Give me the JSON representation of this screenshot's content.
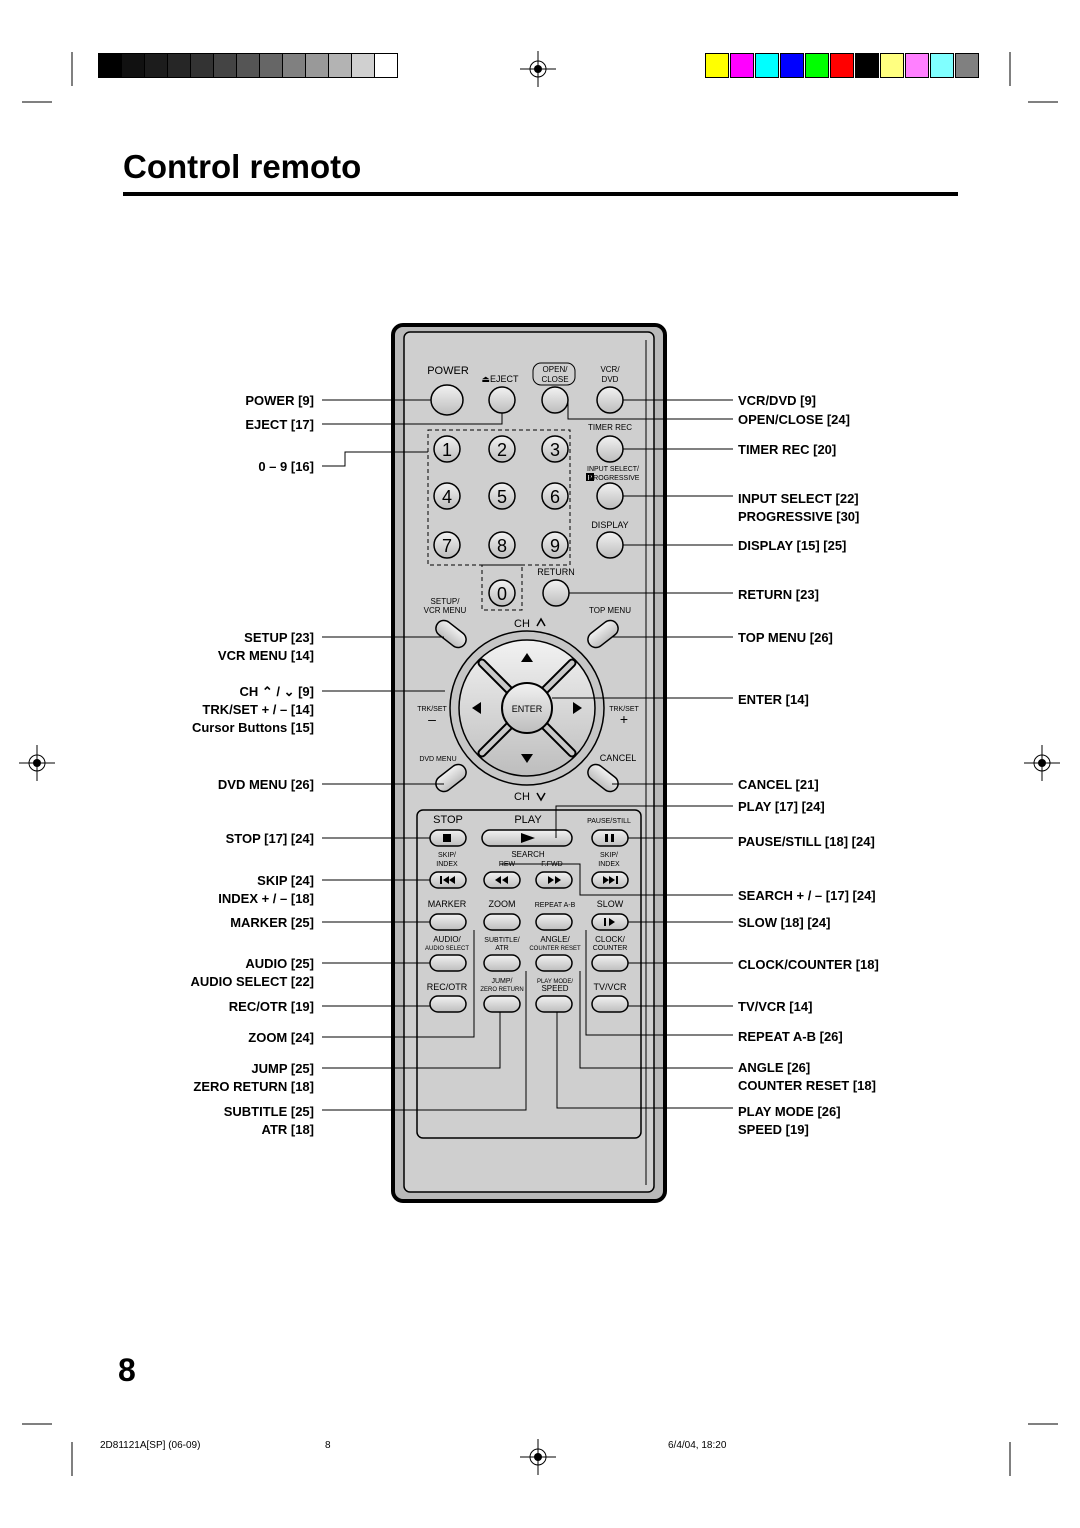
{
  "page": {
    "title": "Control remoto",
    "page_number": "8"
  },
  "footer": {
    "left": "2D81121A[SP] (06-09)",
    "center": "8",
    "right": "6/4/04, 18:20"
  },
  "print_marks": {
    "gray_steps": [
      "#000000",
      "#111111",
      "#1c1c1c",
      "#262626",
      "#333333",
      "#444444",
      "#555555",
      "#666666",
      "#808080",
      "#999999",
      "#b3b3b3",
      "#d0d0d0",
      "#ffffff"
    ],
    "color_bar": [
      "#ffff00",
      "#ff00ff",
      "#00ffff",
      "#0000ff",
      "#00ff00",
      "#ff0000",
      "#000000",
      "#ffff80",
      "#ff80ff",
      "#80ffff",
      "#808080"
    ]
  },
  "labels_left": [
    [
      "POWER [9]"
    ],
    [
      "EJECT [17]"
    ],
    [
      "0 – 9 [16]"
    ],
    [
      "SETUP [23]",
      "VCR MENU [14]"
    ],
    [
      "CH ⌃ / ⌄ [9]",
      "TRK/SET + / – [14]",
      "Cursor Buttons [15]"
    ],
    [
      "DVD MENU [26]"
    ],
    [
      "STOP [17] [24]"
    ],
    [
      "SKIP [24]",
      "INDEX + / – [18]"
    ],
    [
      "MARKER [25]"
    ],
    [
      "AUDIO [25]",
      "AUDIO SELECT [22]"
    ],
    [
      "REC/OTR [19]"
    ],
    [
      "ZOOM [24]"
    ],
    [
      "JUMP [25]",
      "ZERO RETURN [18]"
    ],
    [
      "SUBTITLE [25]",
      "ATR [18]"
    ]
  ],
  "labels_right": [
    [
      "VCR/DVD [9]"
    ],
    [
      "OPEN/CLOSE [24]"
    ],
    [
      "TIMER REC [20]"
    ],
    [
      "INPUT SELECT [22]",
      "PROGRESSIVE [30]"
    ],
    [
      "DISPLAY [15] [25]"
    ],
    [
      "RETURN [23]"
    ],
    [
      "TOP MENU [26]"
    ],
    [
      "ENTER [14]"
    ],
    [
      "CANCEL [21]"
    ],
    [
      "PLAY [17] [24]"
    ],
    [
      "PAUSE/STILL [18] [24]"
    ],
    [
      "SEARCH + / – [17] [24]"
    ],
    [
      "SLOW [18] [24]"
    ],
    [
      "CLOCK/COUNTER [18]"
    ],
    [
      "TV/VCR [14]"
    ],
    [
      "REPEAT A-B [26]"
    ],
    [
      "ANGLE [26]",
      "COUNTER RESET [18]"
    ],
    [
      "PLAY MODE [26]",
      "SPEED [19]"
    ]
  ],
  "remote": {
    "power": "POWER",
    "eject": "EJECT",
    "open_close": [
      "OPEN/",
      "CLOSE"
    ],
    "vcr_dvd": [
      "VCR/",
      "DVD"
    ],
    "timer_rec": "TIMER REC",
    "input_select": [
      "INPUT SELECT/",
      "PROGRESSIVE"
    ],
    "p_badge": "P",
    "display": "DISPLAY",
    "return": "RETURN",
    "setup": [
      "SETUP/",
      "VCR MENU"
    ],
    "top_menu": "TOP MENU",
    "ch_up": "CH",
    "ch_down": "CH",
    "trkset": "TRK/SET",
    "minus": "–",
    "plus": "+",
    "enter": "ENTER",
    "dvd_menu": "DVD MENU",
    "cancel": "CANCEL",
    "stop": "STOP",
    "play": "PLAY",
    "pause_still": "PAUSE/STILL",
    "skip_left": [
      "SKIP/",
      "INDEX"
    ],
    "search": "SEARCH",
    "rew": "REW",
    "ffwd": "F.FWD",
    "skip_right": [
      "SKIP/",
      "INDEX"
    ],
    "marker": "MARKER",
    "zoom": "ZOOM",
    "repeat_ab": "REPEAT A-B",
    "slow": "SLOW",
    "audio": [
      "AUDIO/",
      "AUDIO SELECT"
    ],
    "subtitle": [
      "SUBTITLE/",
      "ATR"
    ],
    "angle": [
      "ANGLE/",
      "COUNTER RESET"
    ],
    "clock": [
      "CLOCK/",
      "COUNTER"
    ],
    "rec_otr": "REC/OTR",
    "jump": [
      "JUMP/",
      "ZERO RETURN"
    ],
    "play_mode": [
      "PLAY MODE/",
      "SPEED"
    ],
    "tv_vcr": "TV/VCR",
    "digits": [
      "1",
      "2",
      "3",
      "4",
      "5",
      "6",
      "7",
      "8",
      "9",
      "0"
    ]
  }
}
